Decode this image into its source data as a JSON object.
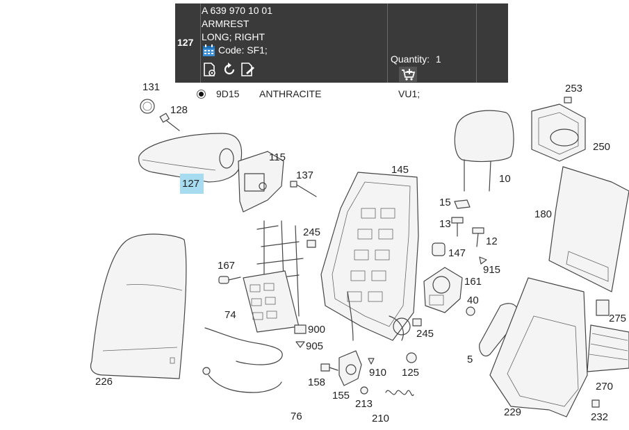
{
  "popup": {
    "position_number": "127",
    "part_number": "A 639 970 10 01",
    "description_line1": "ARMREST",
    "description_line2": "LONG; RIGHT",
    "code": "Code: SF1;",
    "quantity_label": "Quantity:",
    "quantity_value": "1"
  },
  "variant": {
    "code": "9D15",
    "color": "ANTHRACITE",
    "variant_code": "VU1;"
  },
  "highlight_label": "127",
  "callouts": [
    "131",
    "128",
    "115",
    "137",
    "145",
    "253",
    "250",
    "10",
    "15",
    "13",
    "12",
    "147",
    "915",
    "161",
    "40",
    "275",
    "180",
    "245",
    "167",
    "74",
    "900",
    "905",
    "226",
    "158",
    "910",
    "125",
    "155",
    "213",
    "210",
    "76",
    "5",
    "229",
    "270",
    "232",
    "245"
  ],
  "icons": [
    "calendar-icon",
    "document-settings-icon",
    "refresh-icon",
    "document-edit-icon",
    "add-to-cart-icon"
  ]
}
